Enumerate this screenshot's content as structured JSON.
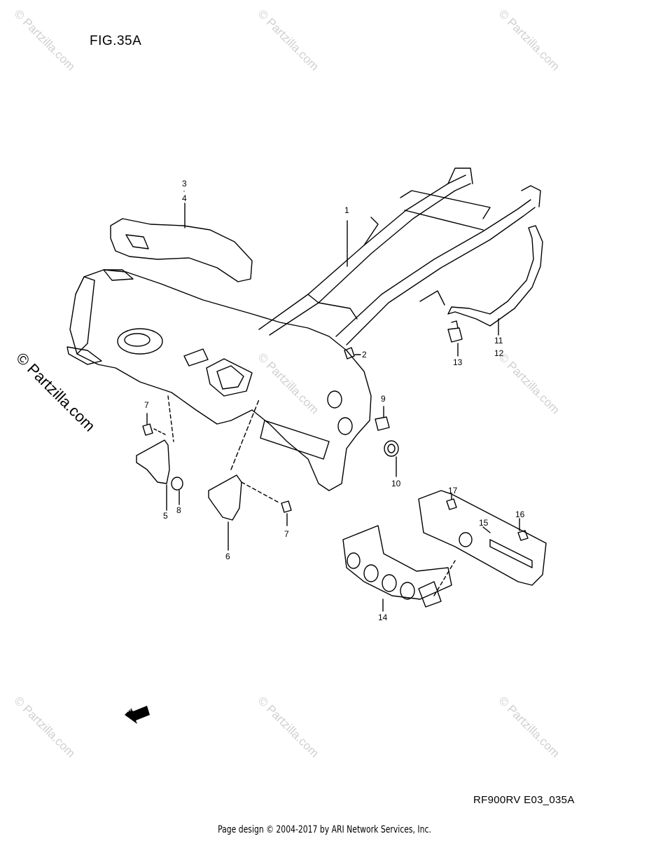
{
  "figure": {
    "title": "FIG.35A",
    "code": "RF900RV E03_035A",
    "fwd_label": "FWD"
  },
  "watermark": "© Partzilla.com",
  "side_brand": "© Partzilla.com",
  "footer": "Page design © 2004-2017 by ARI Network Services, Inc.",
  "callouts": [
    "1",
    "2",
    "3",
    "4",
    "5",
    "6",
    "7",
    "7",
    "8",
    "9",
    "10",
    "11",
    "12",
    "13",
    "14",
    "15",
    "16",
    "17"
  ]
}
